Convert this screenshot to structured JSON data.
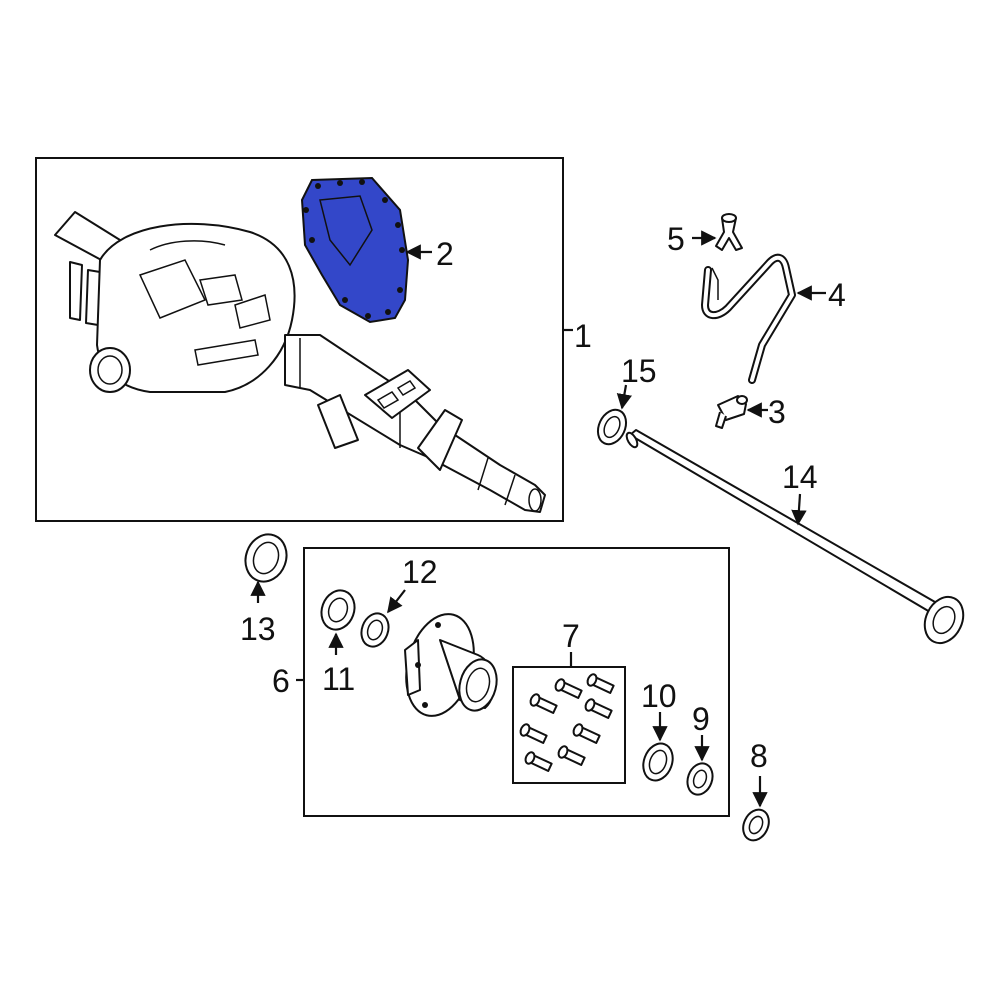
{
  "diagram": {
    "highlight_color": "#3347c9",
    "callouts": {
      "c1": "1",
      "c2": "2",
      "c3": "3",
      "c4": "4",
      "c5": "5",
      "c6": "6",
      "c7": "7",
      "c8": "8",
      "c9": "9",
      "c10": "10",
      "c11": "11",
      "c12": "12",
      "c13": "13",
      "c14": "14",
      "c15": "15"
    }
  }
}
